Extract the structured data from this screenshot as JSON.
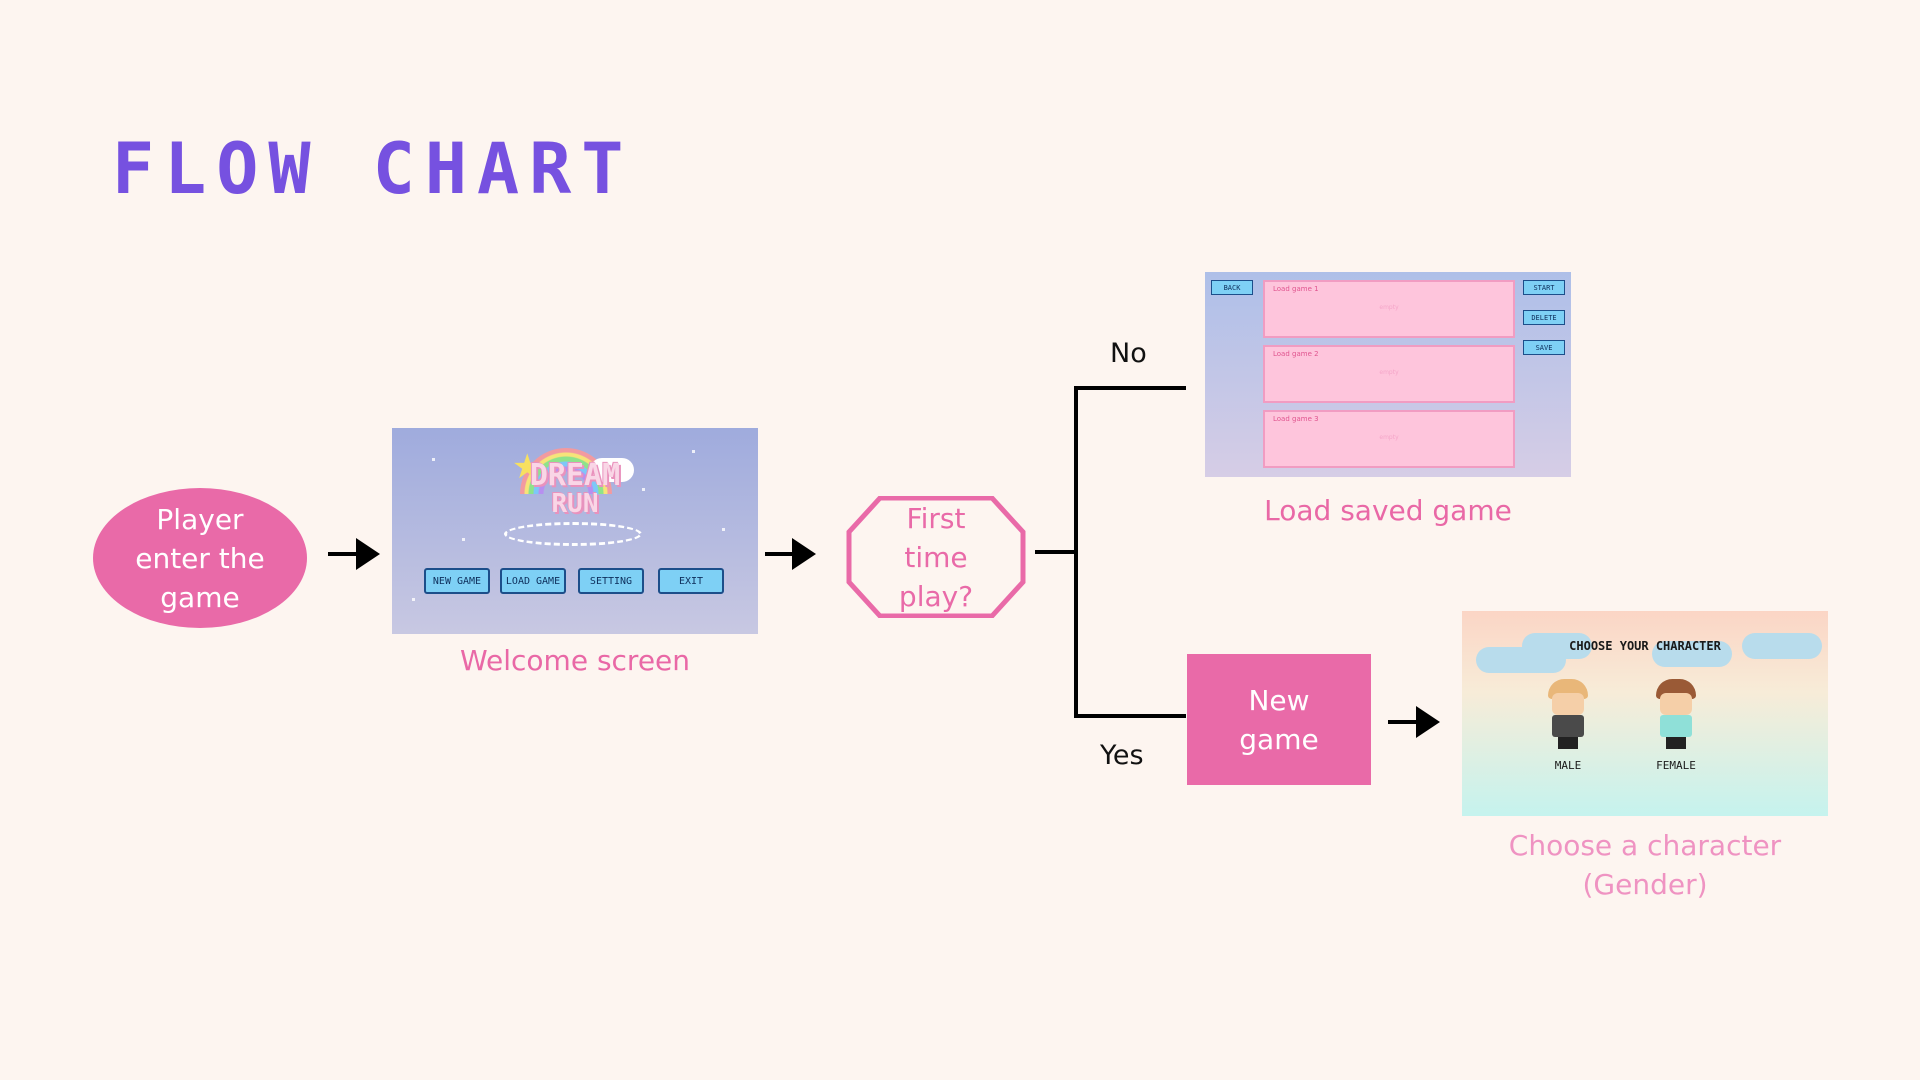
{
  "title": "FLOW CHART",
  "nodes": {
    "start": "Player enter the game",
    "welcome_caption": "Welcome screen",
    "decision": "First time play?",
    "load_caption": "Load saved game",
    "new_game": "New game",
    "choose_caption_line1": "Choose a character",
    "choose_caption_line2": "(Gender)"
  },
  "branches": {
    "no": "No",
    "yes": "Yes"
  },
  "welcome_screen": {
    "logo_line1": "DREAM",
    "logo_line2": "RUN",
    "buttons": [
      "NEW GAME",
      "LOAD GAME",
      "SETTING",
      "EXIT"
    ]
  },
  "load_screen": {
    "back": "BACK",
    "start": "START",
    "delete": "DELETE",
    "save": "SAVE",
    "slots": [
      "Load game 1",
      "Load game 2",
      "Load game 3"
    ],
    "empty": "empty"
  },
  "choose_screen": {
    "title": "CHOOSE YOUR CHARACTER",
    "male": "MALE",
    "female": "FEMALE"
  },
  "colors": {
    "background": "#fdf5f0",
    "title": "#7651e0",
    "pink": "#e96aa8"
  }
}
